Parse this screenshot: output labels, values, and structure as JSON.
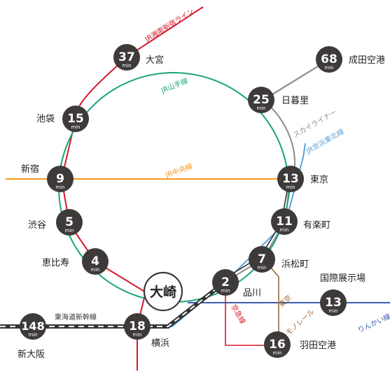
{
  "origin": {
    "name": "大崎"
  },
  "min_unit": "min",
  "stations": [
    {
      "name": "大宮",
      "minutes": "37"
    },
    {
      "name": "池袋",
      "minutes": "15"
    },
    {
      "name": "新宿",
      "minutes": "9"
    },
    {
      "name": "渋谷",
      "minutes": "5"
    },
    {
      "name": "恵比寿",
      "minutes": "4"
    },
    {
      "name": "成田空港",
      "minutes": "68"
    },
    {
      "name": "日暮里",
      "minutes": "25"
    },
    {
      "name": "東京",
      "minutes": "13"
    },
    {
      "name": "有楽町",
      "minutes": "11"
    },
    {
      "name": "浜松町",
      "minutes": "7"
    },
    {
      "name": "品川",
      "minutes": "2"
    },
    {
      "name": "国際展示場",
      "minutes": "13"
    },
    {
      "name": "新大阪",
      "minutes": "148"
    },
    {
      "name": "横浜",
      "minutes": "18"
    },
    {
      "name": "羽田空港",
      "minutes": "16"
    }
  ],
  "lines": {
    "shonan_shinjuku": {
      "name": "JR湘南新宿ライン",
      "color": "#d7192d"
    },
    "yamanote": {
      "name": "JR山手線",
      "color": "#1aa57a"
    },
    "chuo": {
      "name": "JR中央線",
      "color": "#f29a1c"
    },
    "skyliner": {
      "name": "スカイライナー",
      "color": "#8c8c8c"
    },
    "keihin_tohoku": {
      "name": "JR京浜東北線",
      "color": "#5aa3dc"
    },
    "tokaido_shinkansen": {
      "name": "東海道新幹線",
      "color": "#333333"
    },
    "keikyu": {
      "name": "京急線",
      "color": "#d7192d"
    },
    "monorail_1": {
      "name": "東京",
      "color": "#9a6a3c"
    },
    "monorail_2": {
      "name": "モノレール",
      "color": "#9a6a3c"
    },
    "rinkai": {
      "name": "りんかい線",
      "color": "#3a5db0"
    }
  },
  "colors": {
    "marker": "#3d3a39",
    "origin_fill": "#ffffff"
  }
}
